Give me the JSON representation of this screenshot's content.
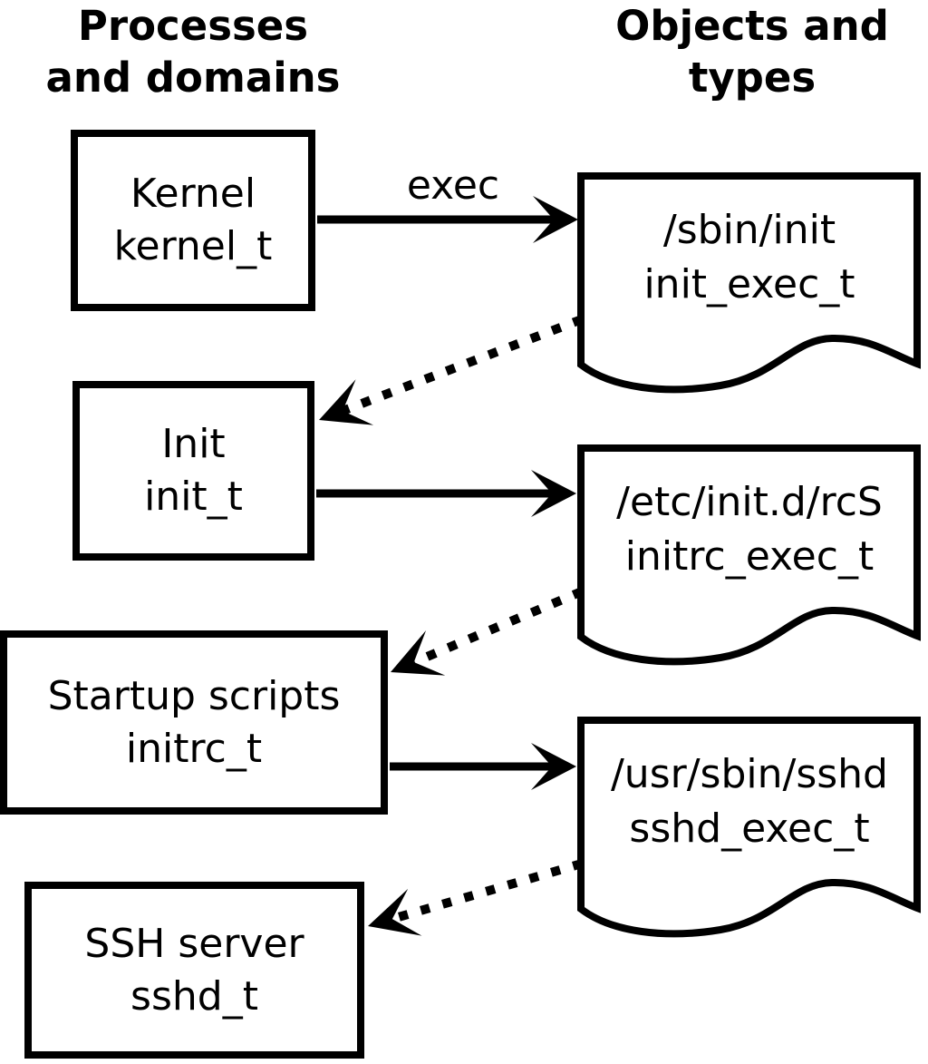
{
  "diagram": {
    "left_column_heading": "Processes\nand domains",
    "right_column_heading": "Objects and\ntypes",
    "exec_label": "exec",
    "process_boxes": [
      {
        "label": "Kernel",
        "domain": "kernel_t"
      },
      {
        "label": "Init",
        "domain": "init_t"
      },
      {
        "label": "Startup scripts",
        "domain": "initrc_t"
      },
      {
        "label": "SSH server",
        "domain": "sshd_t"
      }
    ],
    "object_documents": [
      {
        "path": "/sbin/init",
        "type": "init_exec_t"
      },
      {
        "path": "/etc/init.d/rcS",
        "type": "initrc_exec_t"
      },
      {
        "path": "/usr/sbin/sshd",
        "type": "sshd_exec_t"
      }
    ],
    "edges": [
      {
        "from": "Kernel (kernel_t)",
        "to": "/sbin/init (init_exec_t)",
        "style": "solid",
        "label": "exec"
      },
      {
        "from": "/sbin/init (init_exec_t)",
        "to": "Init (init_t)",
        "style": "dotted",
        "label": ""
      },
      {
        "from": "Init (init_t)",
        "to": "/etc/init.d/rcS (initrc_exec_t)",
        "style": "solid",
        "label": ""
      },
      {
        "from": "/etc/init.d/rcS (initrc_exec_t)",
        "to": "Startup scripts (initrc_t)",
        "style": "dotted",
        "label": ""
      },
      {
        "from": "Startup scripts (initrc_t)",
        "to": "/usr/sbin/sshd (sshd_exec_t)",
        "style": "solid",
        "label": ""
      },
      {
        "from": "/usr/sbin/sshd (sshd_exec_t)",
        "to": "SSH server (sshd_t)",
        "style": "dotted",
        "label": ""
      }
    ],
    "colors": {
      "foreground": "#000000",
      "background": "#ffffff"
    }
  }
}
